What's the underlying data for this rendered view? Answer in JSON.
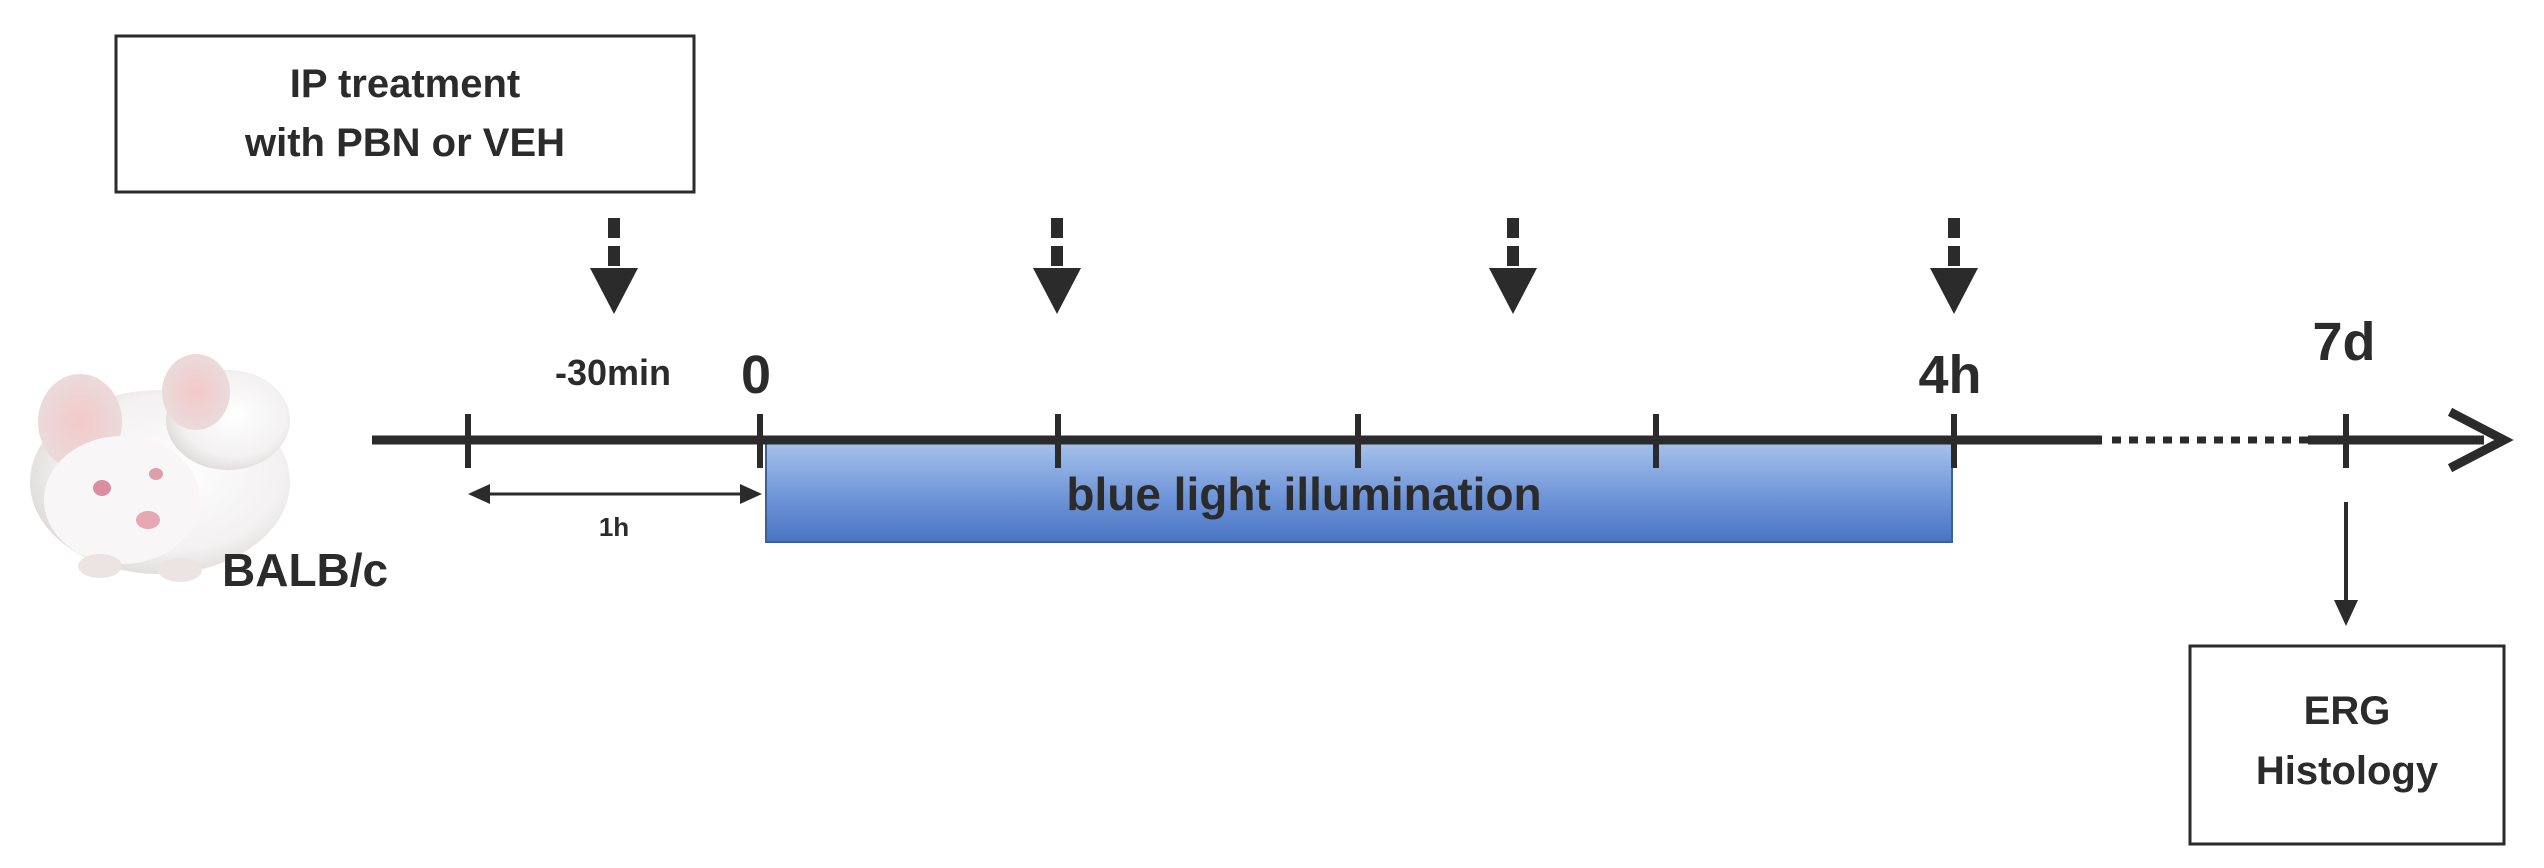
{
  "treatment_box": {
    "line1": "IP treatment",
    "line2": "with PBN or VEH"
  },
  "mouse": {
    "strain_label": "BALB/c"
  },
  "timeline": {
    "minus30_label": "-30min",
    "zero_label": "0",
    "four_h_label": "4h",
    "seven_d_label": "7d",
    "interval_label": "1h",
    "illumination_label": "blue light illumination"
  },
  "outcome_box": {
    "line1": "ERG",
    "line2": "Histology"
  },
  "colors": {
    "illumination_top": "#a9c4ec",
    "illumination_bottom": "#4a74c4",
    "illumination_border": "#3b5fa3",
    "axis": "#2b2b2b"
  }
}
